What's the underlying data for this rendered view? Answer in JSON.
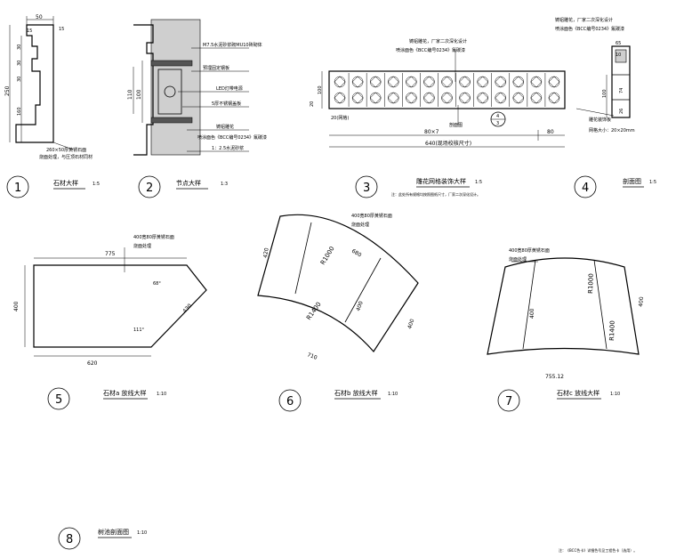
{
  "details": {
    "d1": {
      "number": "1",
      "title": "石材大样",
      "scale": "1:5",
      "dims": {
        "top_w": "50",
        "small_w": "15",
        "top_right": "15",
        "h_total": "250",
        "h1": "30",
        "h2": "30",
        "h3": "30",
        "h4": "160"
      },
      "notes": [
        "260×50厚黄锈石面",
        "烧面处理，与压顶石材同材"
      ]
    },
    "d2": {
      "number": "2",
      "title": "节点大样",
      "scale": "1:3",
      "dims": {
        "d_a": "100",
        "d_b": "110"
      },
      "notes": [
        "M7.5水泥砂浆砌MU10砖砌体",
        "预埋固定钢板",
        "LED灯带电源",
        "5厚不锈钢盖板",
        "铸铝雕花",
        "喷涂面色《BCC编号0234》氟碳漆",
        "1：2.5水泥砂浆"
      ]
    },
    "d3": {
      "number": "3",
      "title": "雕花网格装饰大样",
      "scale": "1:5",
      "small_note": "注：此处所有规格均按照图纸尺寸，厂家二次深化设计。",
      "dims": {
        "d_left_100": "100",
        "d_left_20": "20",
        "d_mid": "80×7",
        "d_right": "80",
        "d_total": "640(现场校核尺寸)",
        "d_bottom": "20(网格)"
      },
      "notes": [
        "铸铝雕花，厂家二次深化设计",
        "喷涂面色《BCC编号0234》氟碳漆",
        "剖面图"
      ],
      "section_label": {
        "top": "4",
        "bottom": "3"
      }
    },
    "d4": {
      "number": "4",
      "title": "剖面图",
      "scale": "1:5",
      "dims": {
        "d65": "65",
        "d10": "10",
        "d100": "100",
        "d74": "74",
        "d26": "26",
        "d_grid": "网格大小：20×20mm"
      },
      "notes": [
        "铸铝雕花，厂家二次深化设计",
        "喷涂面色《BCC编号0234》氟碳漆",
        "雕花装饰板"
      ]
    },
    "d5": {
      "number": "5",
      "title": "石材a 放线大样",
      "scale": "1:10",
      "dims": {
        "top": "775",
        "left": "400",
        "bottom": "620",
        "slant": "430",
        "angle1": "68°",
        "angle2": "111°"
      },
      "notes": [
        "400宽80厚黄锈石面",
        "烧面处理"
      ]
    },
    "d6": {
      "number": "6",
      "title": "石材b 放线大样",
      "scale": "1:10",
      "dims": {
        "left": "420",
        "top_arc": "680",
        "r_outer": "R1000",
        "r_inner": "R1400",
        "seg1": "400",
        "seg2": "400",
        "bottom": "710"
      },
      "notes": [
        "400宽80厚黄锈石面",
        "烧面处理"
      ]
    },
    "d7": {
      "number": "7",
      "title": "石材c 放线大样",
      "scale": "1:10",
      "dims": {
        "r_outer": "R1000",
        "r_inner": "R1400",
        "left": "400",
        "right": "400",
        "bottom": "755.12"
      },
      "notes": [
        "400宽80厚黄锈石面",
        "烧面处理"
      ]
    },
    "d8": {
      "number": "8",
      "title": "树池剖面图",
      "scale": "1:10"
    }
  },
  "footer_note": "注：《BCC色卡》详细色号见工程色卡（选用）。"
}
